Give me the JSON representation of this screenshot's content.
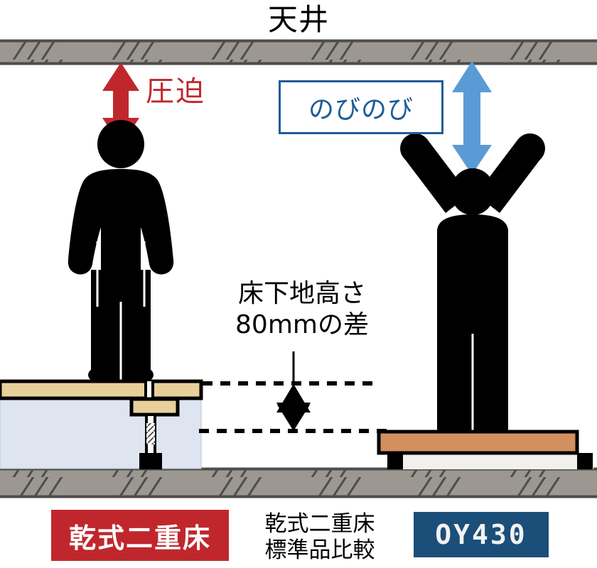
{
  "diagram": {
    "ceiling_label": "天井",
    "left_annotation": "圧迫",
    "right_annotation": "のびのび",
    "height_note": "床下地高さ\n80mmの差"
  },
  "legend": {
    "left_tag": "乾式二重床",
    "center_caption": "乾式二重床\n標準品比較",
    "right_tag": "OY430"
  },
  "colors": {
    "slab_fill": "#9C9891",
    "slab_stroke": "#4D4D4D",
    "red_accent": "#C0272D",
    "blue_accent": "#5B9BD5",
    "navy_accent": "#1B4E79",
    "box_border": "#1F5C99",
    "figure": "#000000",
    "left_board": "#E8D09A",
    "left_cavity": "#DEE5F0",
    "right_board": "#D2905E",
    "right_gap": "#F1F0EC"
  },
  "measurements": {
    "height_difference_mm": 80
  }
}
